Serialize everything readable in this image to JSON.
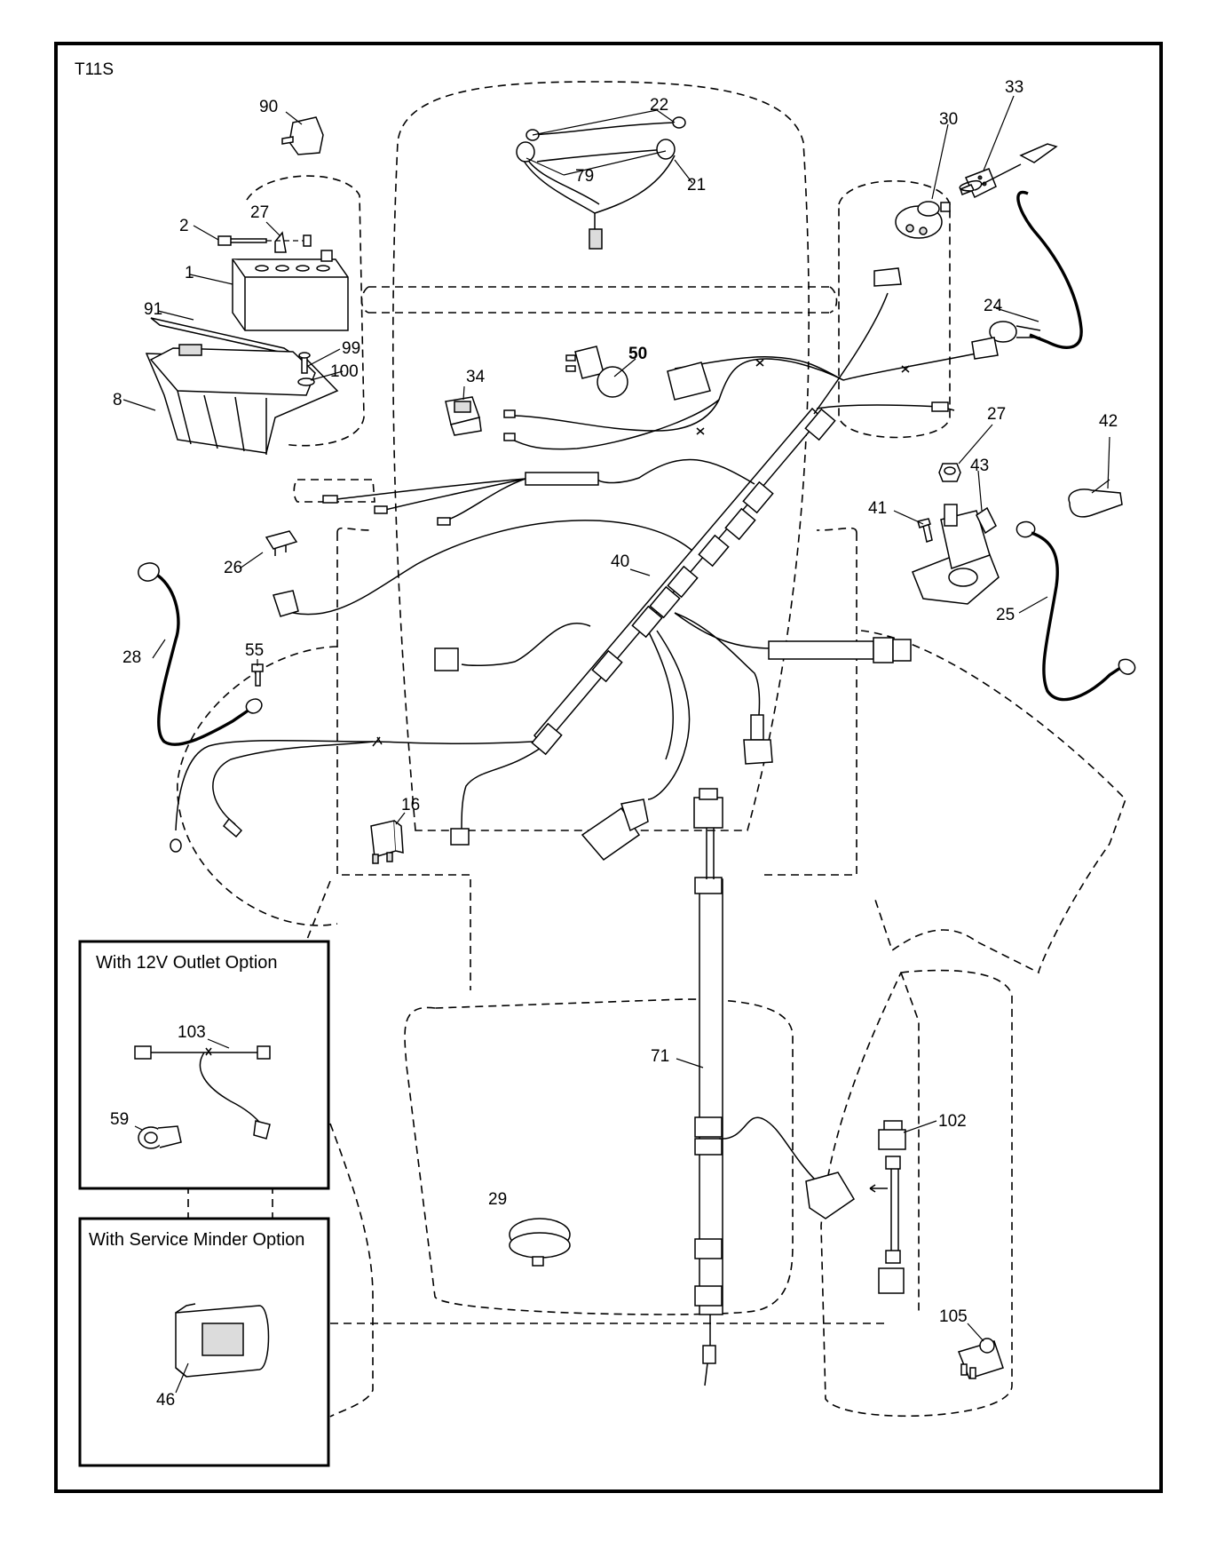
{
  "diagram_code": "T11S",
  "options": {
    "outlet_title": "With 12V Outlet Option",
    "minder_title": "With Service Minder Option"
  },
  "callouts": [
    "90",
    "22",
    "79",
    "21",
    "30",
    "33",
    "27",
    "2",
    "1",
    "91",
    "99",
    "100",
    "8",
    "34",
    "50",
    "24",
    "27",
    "42",
    "43",
    "41",
    "26",
    "40",
    "25",
    "28",
    "55",
    "16",
    "71",
    "102",
    "29",
    "105",
    "103",
    "59",
    "46"
  ]
}
